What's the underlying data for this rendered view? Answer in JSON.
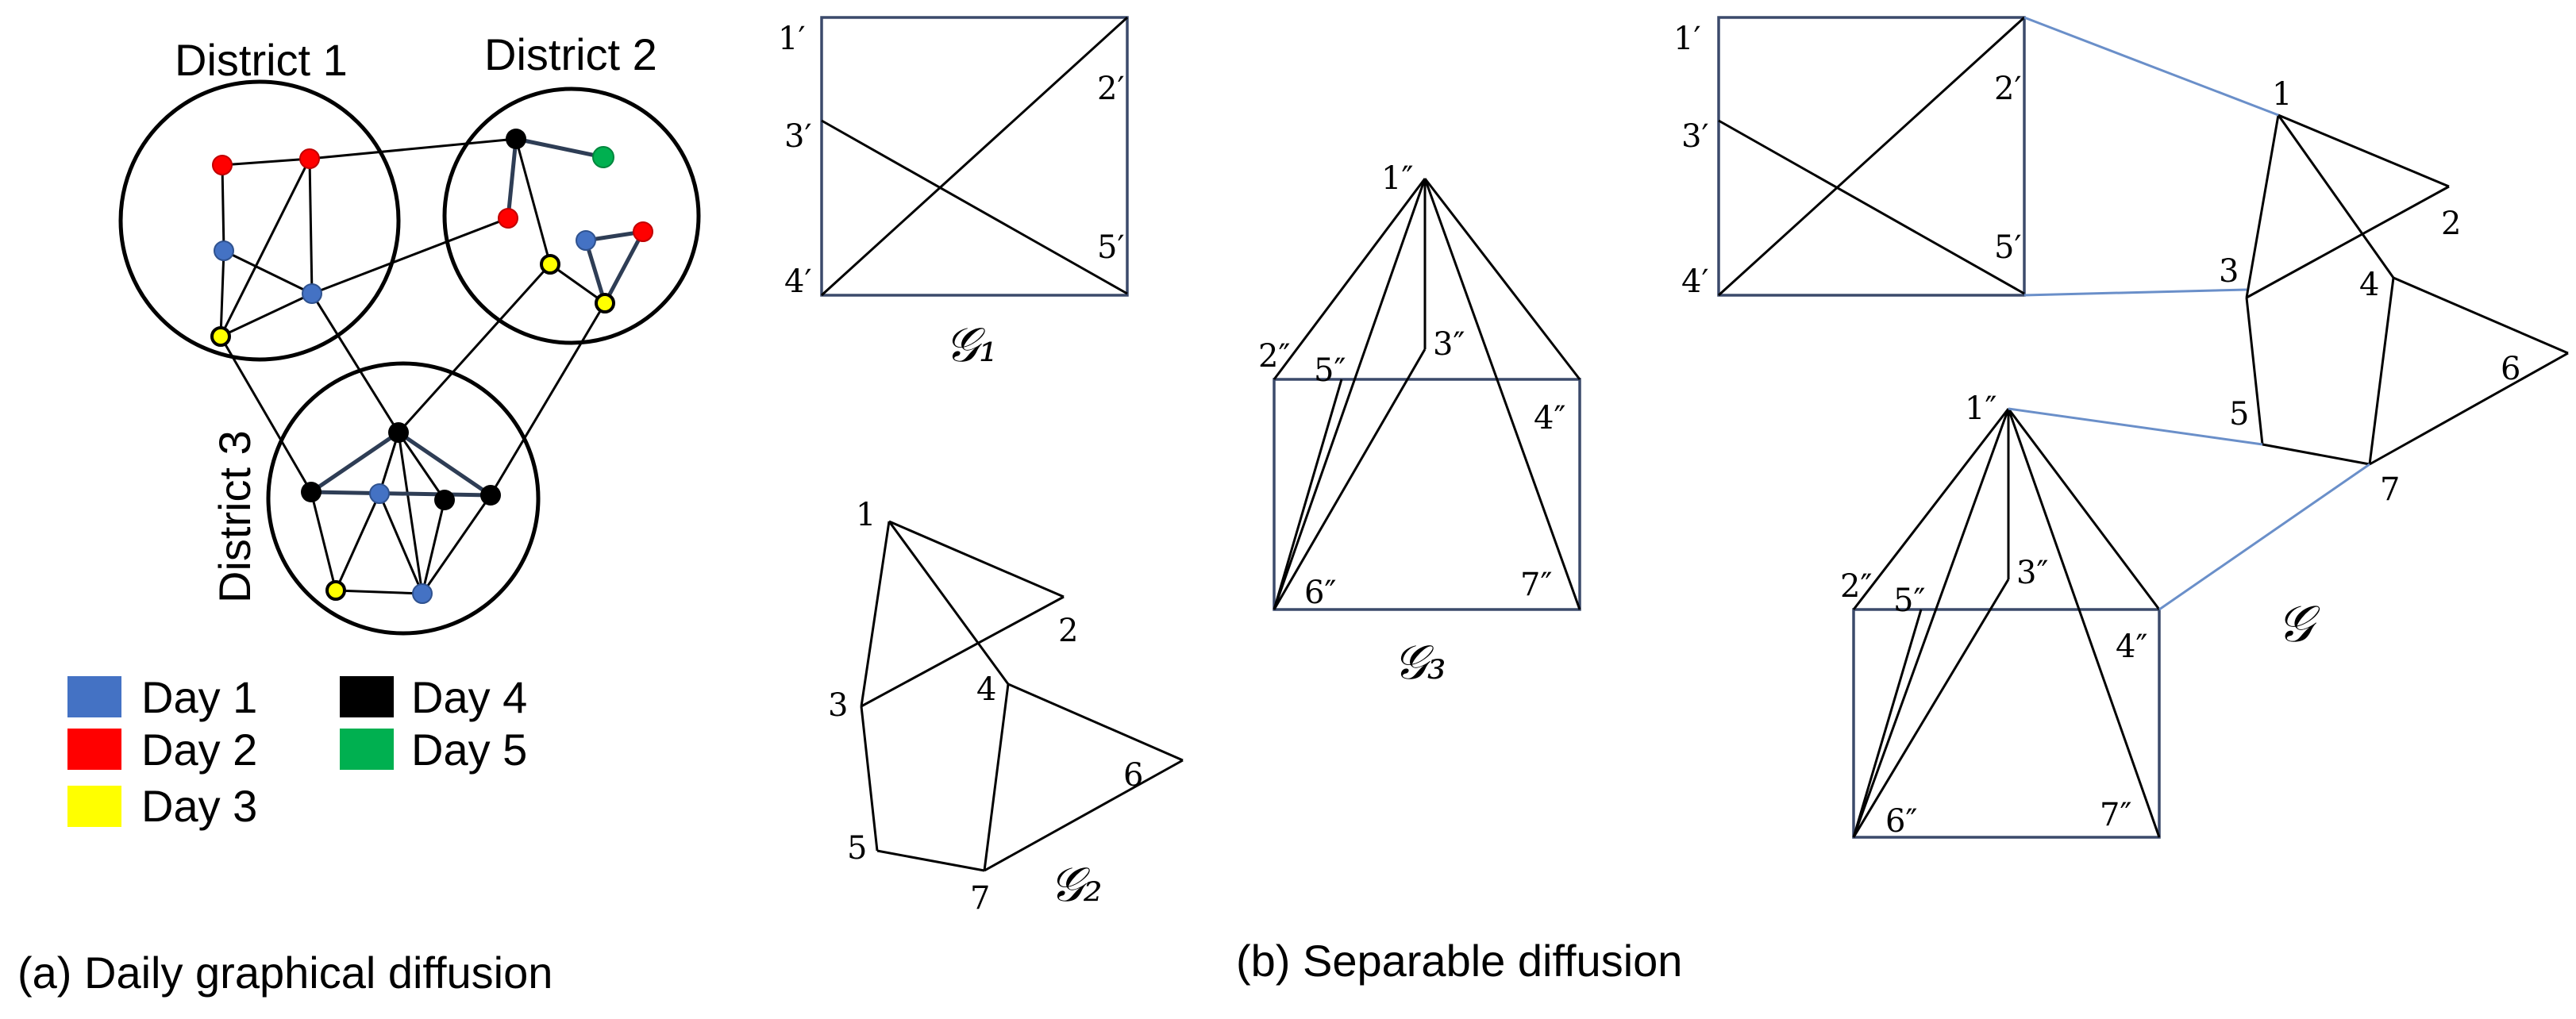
{
  "panel_a": {
    "districts": [
      "District 1",
      "District 2",
      "District 3"
    ],
    "legend": [
      {
        "label": "Day 1",
        "color": "#4472c4"
      },
      {
        "label": "Day 2",
        "color": "#ff0000"
      },
      {
        "label": "Day 3",
        "color": "#ffff00"
      },
      {
        "label": "Day 4",
        "color": "#000000"
      },
      {
        "label": "Day 5",
        "color": "#00b050"
      }
    ],
    "caption": "(a)  Daily graphical diffusion"
  },
  "panel_b": {
    "caption": "(b)  Separable diffusion",
    "g1": {
      "name": "𝒢₁",
      "labels": [
        "1′",
        "2′",
        "3′",
        "4′",
        "5′"
      ]
    },
    "g2": {
      "name": "𝒢₂",
      "labels": [
        "1",
        "2",
        "3",
        "4",
        "5",
        "6",
        "7"
      ]
    },
    "g3": {
      "name": "𝒢₃",
      "labels": [
        "1″",
        "2″",
        "3″",
        "4″",
        "5″",
        "6″",
        "7″"
      ]
    },
    "g": {
      "name": "𝒢"
    }
  }
}
